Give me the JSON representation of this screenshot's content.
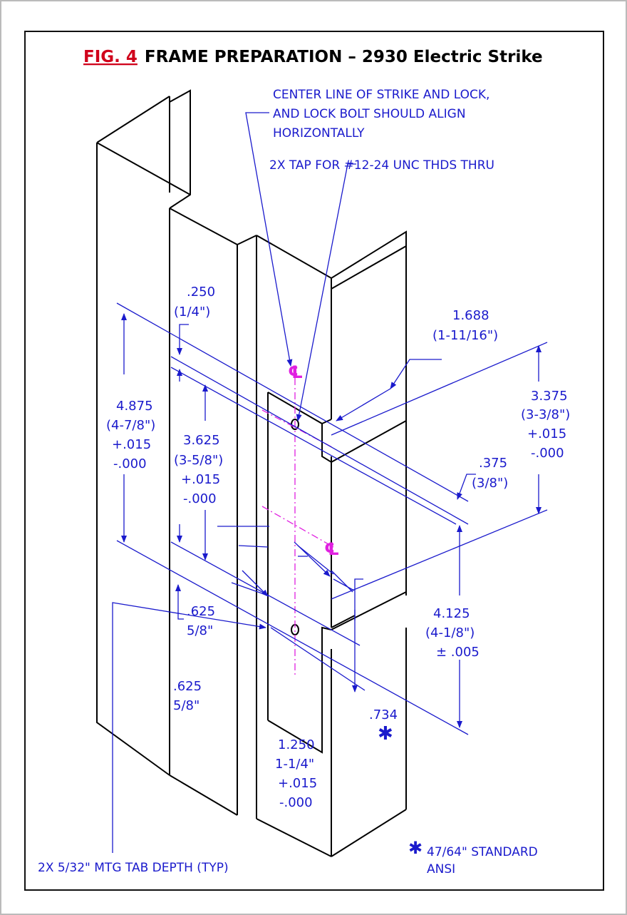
{
  "title": {
    "fig_label": "FIG. 4",
    "text": "FRAME PREPARATION – 2930 Electric Strike"
  },
  "notes": {
    "centerline_1": "CENTER LINE OF STRIKE AND LOCK,",
    "centerline_2": "AND LOCK BOLT SHOULD ALIGN",
    "centerline_3": "HORIZONTALLY",
    "tap": "2X TAP FOR #12-24 UNC THDS THRU",
    "tab_depth": "2X 5/32\" MTG TAB DEPTH (TYP)",
    "ansi_1": "47/64\" STANDARD",
    "ansi_2": "ANSI",
    "asterisk": "✱",
    "asterisk_2": "✱"
  },
  "centerline_symbol": "℄",
  "centerline_symbol_2": "℄",
  "dimensions": {
    "d250_a": ".250",
    "d250_b": "(1/4\")",
    "d4875_a": "4.875",
    "d4875_b": "(4-7/8\")",
    "d4875_c": "+.015",
    "d4875_d": "-.000",
    "d3625_a": "3.625",
    "d3625_b": "(3-5/8\")",
    "d3625_c": "+.015",
    "d3625_d": "-.000",
    "d1688_a": "1.688",
    "d1688_b": "(1-11/16\")",
    "d3375_a": "3.375",
    "d3375_b": "(3-3/8\")",
    "d3375_c": "+.015",
    "d3375_d": "-.000",
    "d375_a": ".375",
    "d375_b": "(3/8\")",
    "d625a_a": ".625",
    "d625a_b": "5/8\"",
    "d4125_a": "4.125",
    "d4125_b": "(4-1/8\")",
    "d4125_c": "± .005",
    "d625b_a": ".625",
    "d625b_b": "5/8\"",
    "d734": ".734",
    "d1250_a": "1.250",
    "d1250_b": "1-1/4\"",
    "d1250_c": "+.015",
    "d1250_d": "-.000"
  },
  "colors": {
    "dimension": "#1a1acc",
    "centerline": "#e020e0",
    "fig_label": "#d0021b",
    "object": "#000000"
  }
}
